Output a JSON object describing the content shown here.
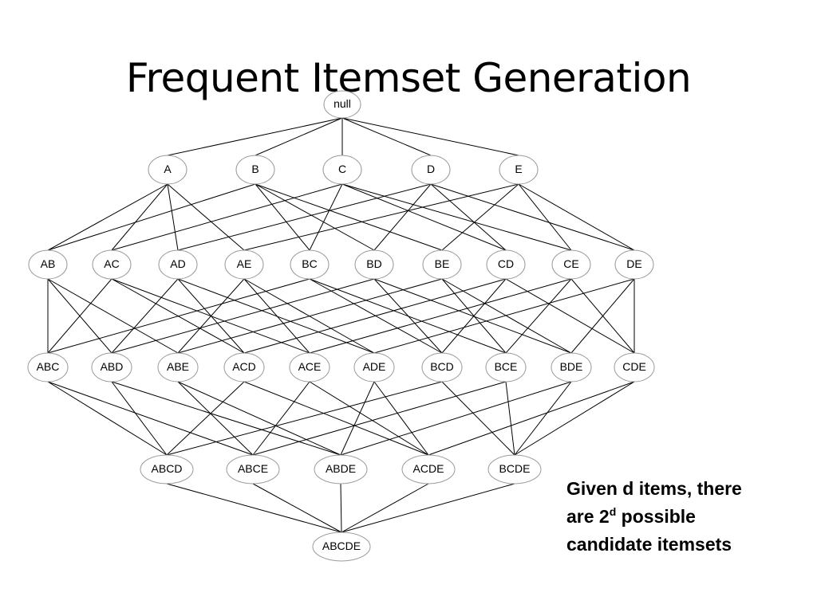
{
  "slide": {
    "title": "Frequent Itemset Generation"
  },
  "lattice": {
    "levels": [
      [
        "null"
      ],
      [
        "A",
        "B",
        "C",
        "D",
        "E"
      ],
      [
        "AB",
        "AC",
        "AD",
        "AE",
        "BC",
        "BD",
        "BE",
        "CD",
        "CE",
        "DE"
      ],
      [
        "ABC",
        "ABD",
        "ABE",
        "ACD",
        "ACE",
        "ADE",
        "BCD",
        "BCE",
        "BDE",
        "CDE"
      ],
      [
        "ABCD",
        "ABCE",
        "ABDE",
        "ACDE",
        "BCDE"
      ],
      [
        "ABCDE"
      ]
    ]
  },
  "note": {
    "line1": "Given d items, there",
    "line2_prefix": "are 2",
    "line2_sup": "d",
    "line2_suffix": " possible",
    "line3": "candidate itemsets"
  },
  "colors": {
    "edge": "#000000",
    "node_border": "#9a9a9a",
    "text": "#000000",
    "background": "#ffffff"
  }
}
